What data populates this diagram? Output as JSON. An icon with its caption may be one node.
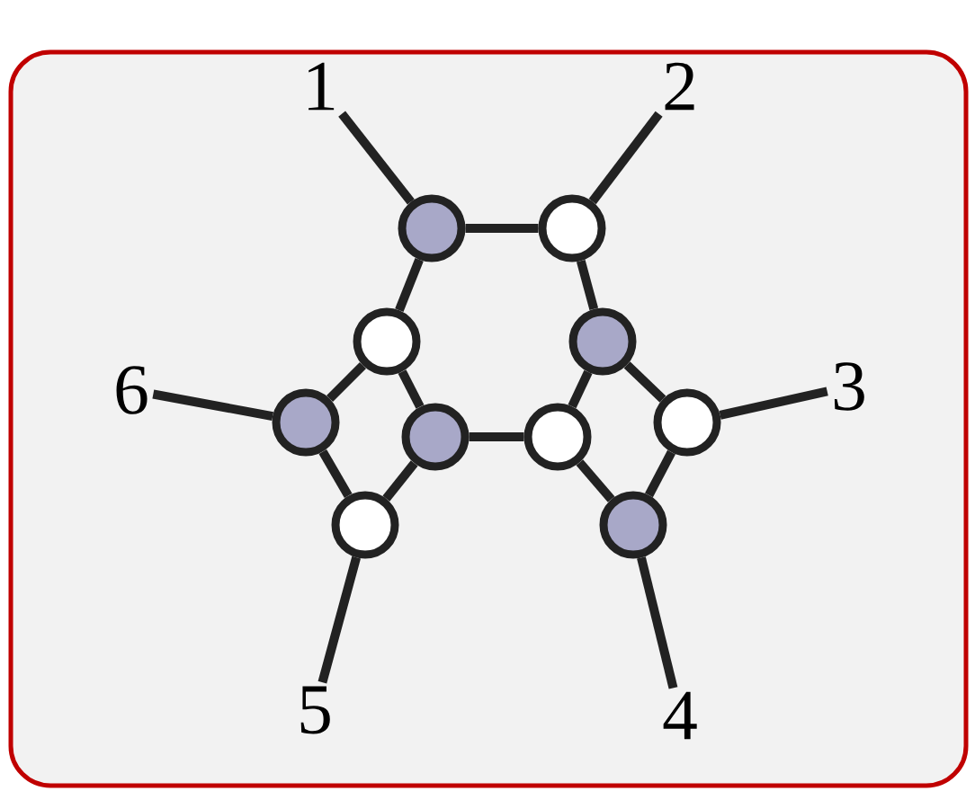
{
  "diagram": {
    "nodes": [
      {
        "text": [
          "1"
        ]
      },
      {
        "text": [
          "2"
        ]
      },
      {
        "text": [],
        "shape": "circle"
      },
      {
        "text": [],
        "shape": "circle"
      },
      {
        "text": [],
        "shape": "circle"
      },
      {
        "text": [],
        "shape": "circle"
      },
      {
        "text": [
          "6"
        ]
      },
      {
        "text": [],
        "shape": "circle"
      },
      {
        "text": [],
        "shape": "circle"
      },
      {
        "text": [],
        "shape": "circle"
      },
      {
        "text": [],
        "shape": "circle"
      },
      {
        "text": [
          "3"
        ]
      },
      {
        "text": [],
        "shape": "circle"
      },
      {
        "text": [],
        "shape": "circle"
      },
      {
        "text": [
          "5"
        ]
      },
      {
        "text": [
          "4"
        ]
      }
    ],
    "edges": [
      {
        "from": 0,
        "to": 2,
        "arrow": "none"
      },
      {
        "from": 1,
        "to": 3,
        "arrow": "none"
      },
      {
        "from": 2,
        "to": 3,
        "arrow": "none"
      },
      {
        "from": 2,
        "to": 4,
        "arrow": "none"
      },
      {
        "from": 3,
        "to": 5,
        "arrow": "none"
      },
      {
        "from": 6,
        "to": 7,
        "arrow": "none"
      },
      {
        "from": 4,
        "to": 7,
        "arrow": "none"
      },
      {
        "from": 4,
        "to": 8,
        "arrow": "none"
      },
      {
        "from": 5,
        "to": 9,
        "arrow": "none"
      },
      {
        "from": 5,
        "to": 10,
        "arrow": "none"
      },
      {
        "from": 8,
        "to": 9,
        "arrow": "none"
      },
      {
        "from": 11,
        "to": 10,
        "arrow": "none"
      },
      {
        "from": 7,
        "to": 12,
        "arrow": "none"
      },
      {
        "from": 8,
        "to": 12,
        "arrow": "none"
      },
      {
        "from": 9,
        "to": 13,
        "arrow": "none"
      },
      {
        "from": 10,
        "to": 13,
        "arrow": "none"
      },
      {
        "from": 14,
        "to": 12,
        "arrow": "none"
      },
      {
        "from": 15,
        "to": 13,
        "arrow": "none"
      }
    ]
  }
}
